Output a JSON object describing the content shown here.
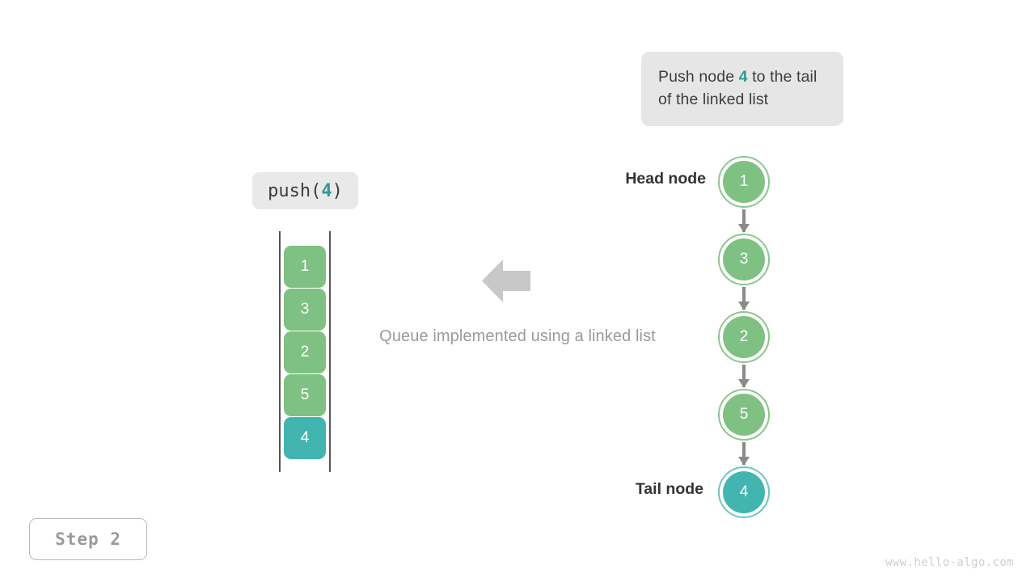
{
  "callout": {
    "text_before": "Push node ",
    "highlight": "4",
    "text_after": " to the tail of the linked list"
  },
  "operation_chip": {
    "prefix": "push(",
    "argument": "4",
    "suffix": ")"
  },
  "queue": {
    "cells": [
      {
        "value": "1",
        "color": "green"
      },
      {
        "value": "3",
        "color": "green"
      },
      {
        "value": "2",
        "color": "green"
      },
      {
        "value": "5",
        "color": "green"
      },
      {
        "value": "4",
        "color": "teal"
      }
    ]
  },
  "middle": {
    "arrow_icon": "arrow-left-icon",
    "caption": "Queue implemented using a linked list"
  },
  "linked_list": {
    "head_label": "Head node",
    "tail_label": "Tail node",
    "nodes": [
      {
        "value": "1",
        "color": "green"
      },
      {
        "value": "3",
        "color": "green"
      },
      {
        "value": "2",
        "color": "green"
      },
      {
        "value": "5",
        "color": "green"
      },
      {
        "value": "4",
        "color": "teal"
      }
    ]
  },
  "step_badge": {
    "label": "Step 2"
  },
  "watermark": {
    "text": "www.hello-algo.com"
  },
  "colors": {
    "green": "#7fc182",
    "green_ring": "#8cc68f",
    "teal": "#43b5b0",
    "teal_ring": "#6ec6c2",
    "accent_text": "#2e9c92",
    "callout_bg": "#e6e6e6",
    "chip_bg": "#e9e9e9",
    "arrow_gray": "#c8c8c8",
    "link_gray": "#8a8a8a",
    "caption_gray": "#9a9a9a",
    "bracket_gray": "#555555"
  }
}
